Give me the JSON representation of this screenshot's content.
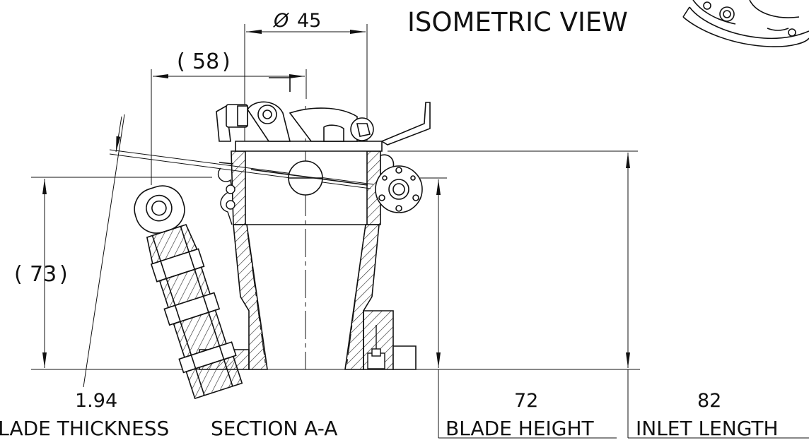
{
  "drawing": {
    "view_label": "ISOMETRIC VIEW",
    "section_label": "SECTION A-A",
    "dimensions": {
      "diameter_symbol": "Ø",
      "diameter_value": "45",
      "ref_width": "58",
      "ref_height": "73",
      "blade_thickness_value": "1.94",
      "blade_thickness_label": "BLADE THICKNESS",
      "blade_height_value": "72",
      "blade_height_label": "BLADE HEIGHT",
      "inlet_length_value": "82",
      "inlet_length_label": "INLET LENGTH"
    },
    "paren_open": "(",
    "paren_close": ")",
    "line_color": "#111111",
    "hatch_color": "#333333"
  }
}
